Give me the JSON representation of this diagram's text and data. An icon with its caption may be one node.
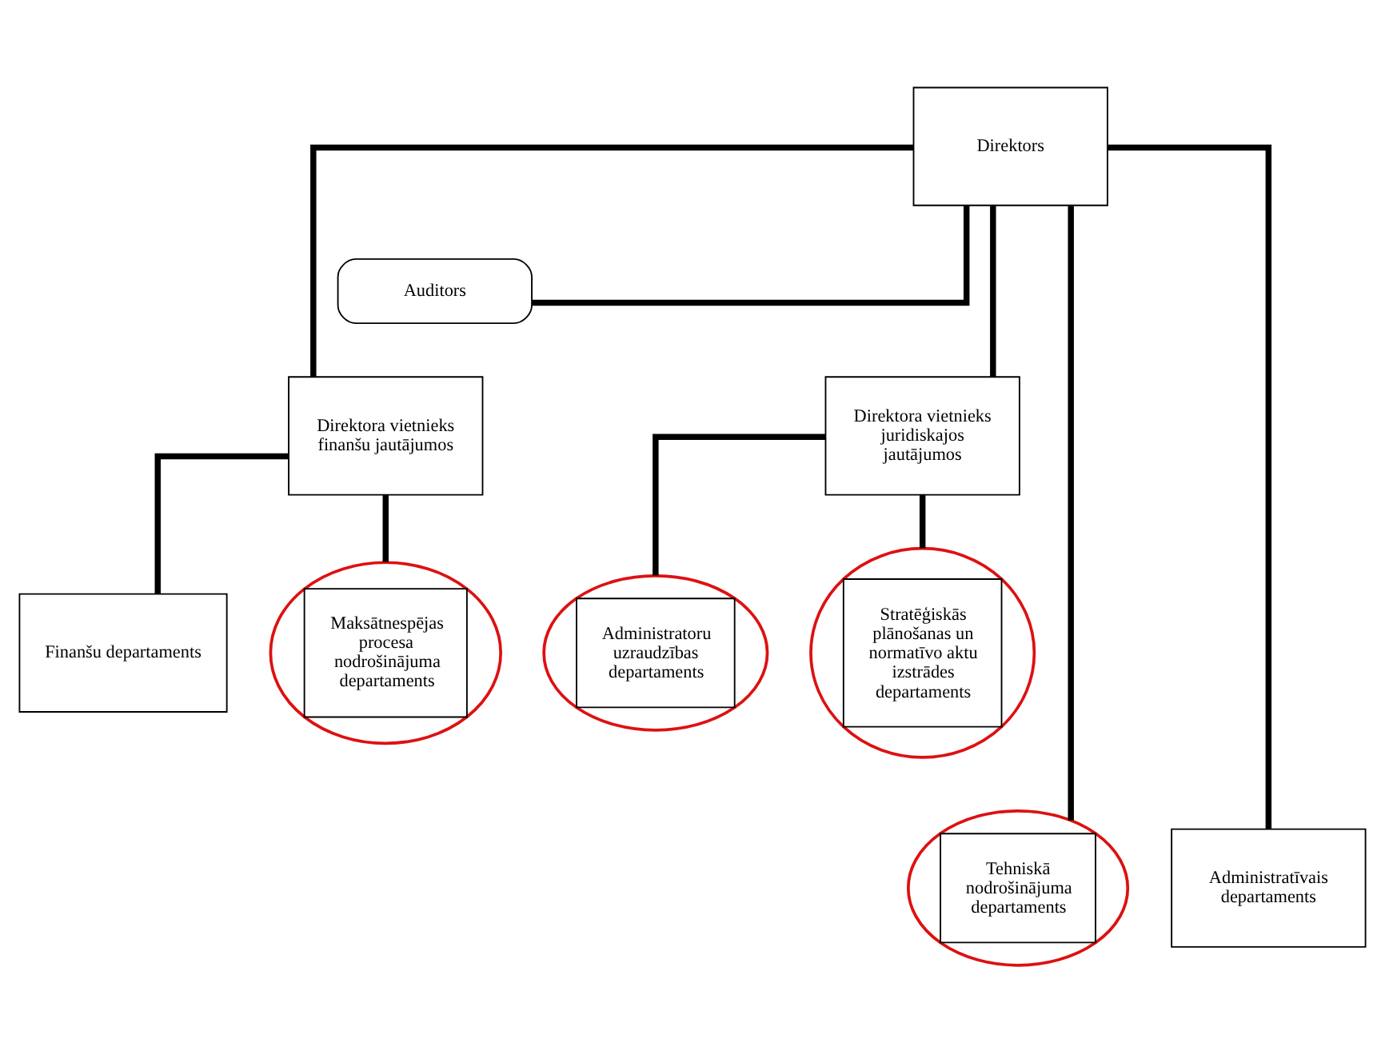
{
  "diagram": {
    "nodes": [
      {
        "text": [
          "Direktors"
        ]
      },
      {
        "text": [
          "Auditors"
        ]
      },
      {
        "text": [
          "Direktora vietnieks finanšu jautājumos"
        ]
      },
      {
        "text": [
          "Finanšu departaments"
        ]
      },
      {
        "text": [
          "Maksātnespējas procesa nodrošinājuma departaments"
        ]
      },
      {
        "text": [
          "Direktora vietnieks juridiskajos jautājumos"
        ]
      },
      {
        "text": [
          "Administratoru uzraudzības departaments"
        ]
      },
      {
        "text": [
          "Stratēģiskās plānošanas un normatīvo aktu izstrādes departaments"
        ]
      },
      {
        "text": [
          "Tehniskā nodrošinājuma departaments"
        ]
      },
      {
        "text": [
          "Administratīvais departaments"
        ]
      }
    ],
    "edges": [
      {
        "from": 1,
        "to": 0,
        "arrow": "none"
      },
      {
        "from": 0,
        "to": 2,
        "arrow": "none"
      },
      {
        "from": 0,
        "to": 5,
        "arrow": "none"
      },
      {
        "from": 0,
        "to": 8,
        "arrow": "none"
      },
      {
        "from": 0,
        "to": 9,
        "arrow": "none"
      },
      {
        "from": 2,
        "to": 3,
        "arrow": "none"
      },
      {
        "from": 2,
        "to": 4,
        "arrow": "none"
      },
      {
        "from": 5,
        "to": 6,
        "arrow": "none"
      },
      {
        "from": 5,
        "to": 7,
        "arrow": "none"
      }
    ]
  }
}
